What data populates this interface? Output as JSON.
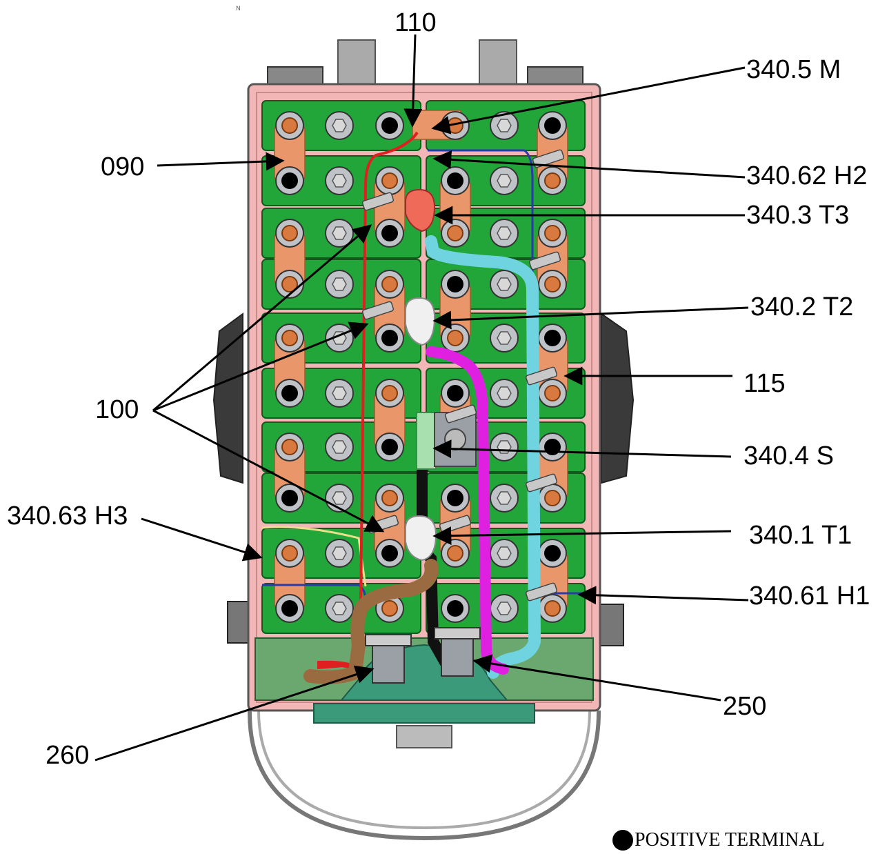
{
  "corner_mark": "N",
  "labels": {
    "l110": "110",
    "l3405m": "340.5 M",
    "l090": "090",
    "l34062h2": "340.62 H2",
    "l3403t3": "340.3 T3",
    "l3402t2": "340.2 T2",
    "l115": "115",
    "l100": "100",
    "l3404s": "340.4 S",
    "l34063h3": "340.63 H3",
    "l3401t1": "340.1 T1",
    "l34061h1": "340.61 H1",
    "l250": "250",
    "l260": "260"
  },
  "legend": {
    "text": "POSITIVE TERMINAL"
  },
  "colors": {
    "case": "#f2b6b6",
    "cell": "#22a63a",
    "busbar": "#e8966a",
    "cable_red": "#e02020",
    "cable_cyan": "#6fd3e0",
    "cable_magenta": "#e020e0",
    "cable_brown": "#9a6a40",
    "cable_blue": "#2a3aa8",
    "connector": "#9aa0a6",
    "sensor_red": "#f06a5a",
    "sensor_white": "#f0f0f0",
    "base": "#3a9a7a"
  }
}
